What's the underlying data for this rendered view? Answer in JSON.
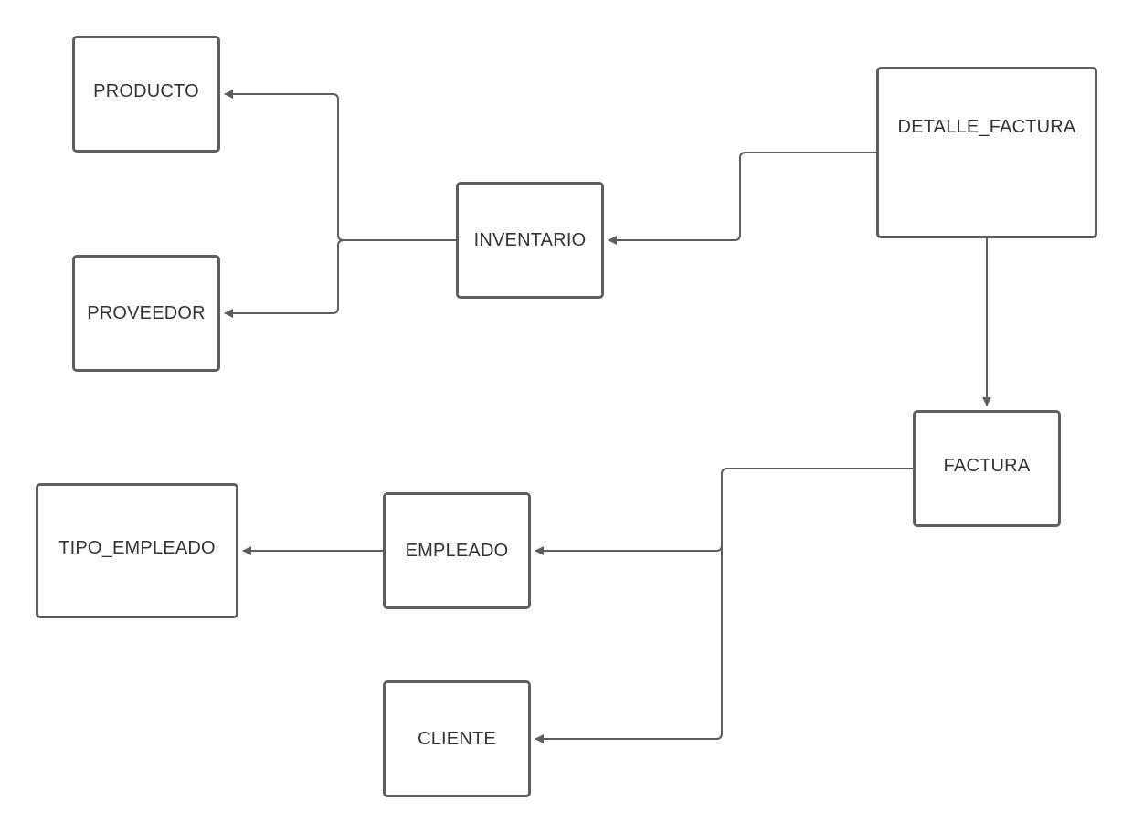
{
  "diagram": {
    "nodes": {
      "producto": "PRODUCTO",
      "proveedor": "PROVEEDOR",
      "inventario": "INVENTARIO",
      "detalle_factura": "DETALLE_FACTURA",
      "factura": "FACTURA",
      "empleado": "EMPLEADO",
      "tipo_empleado": "TIPO_EMPLEADO",
      "cliente": "CLIENTE"
    },
    "edges": [
      {
        "from": "INVENTARIO",
        "to": "PRODUCTO"
      },
      {
        "from": "INVENTARIO",
        "to": "PROVEEDOR"
      },
      {
        "from": "DETALLE_FACTURA",
        "to": "INVENTARIO"
      },
      {
        "from": "DETALLE_FACTURA",
        "to": "FACTURA"
      },
      {
        "from": "FACTURA",
        "to": "EMPLEADO"
      },
      {
        "from": "FACTURA",
        "to": "CLIENTE"
      },
      {
        "from": "EMPLEADO",
        "to": "TIPO_EMPLEADO"
      }
    ],
    "colors": {
      "stroke": "#5e5e5e",
      "text": "#333333",
      "background": "#ffffff"
    }
  }
}
